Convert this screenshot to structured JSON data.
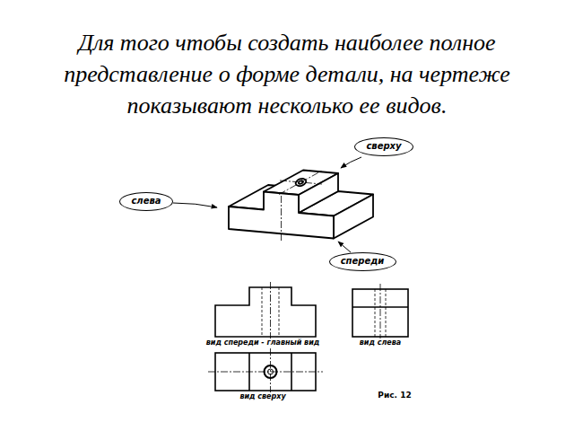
{
  "diagram": {
    "title": "Для того чтобы создать наиболее полное представление о форме детали, на чертеже показывают несколько ее видов.",
    "caption": "Рис. 12",
    "nodes": [
      {
        "text": [
          "сверху"
        ]
      },
      {
        "text": [
          "слева"
        ]
      },
      {
        "text": [
          "спереди"
        ]
      }
    ],
    "labels": [
      "вид спереди - главный вид",
      "вид слева",
      "вид сверху"
    ]
  }
}
